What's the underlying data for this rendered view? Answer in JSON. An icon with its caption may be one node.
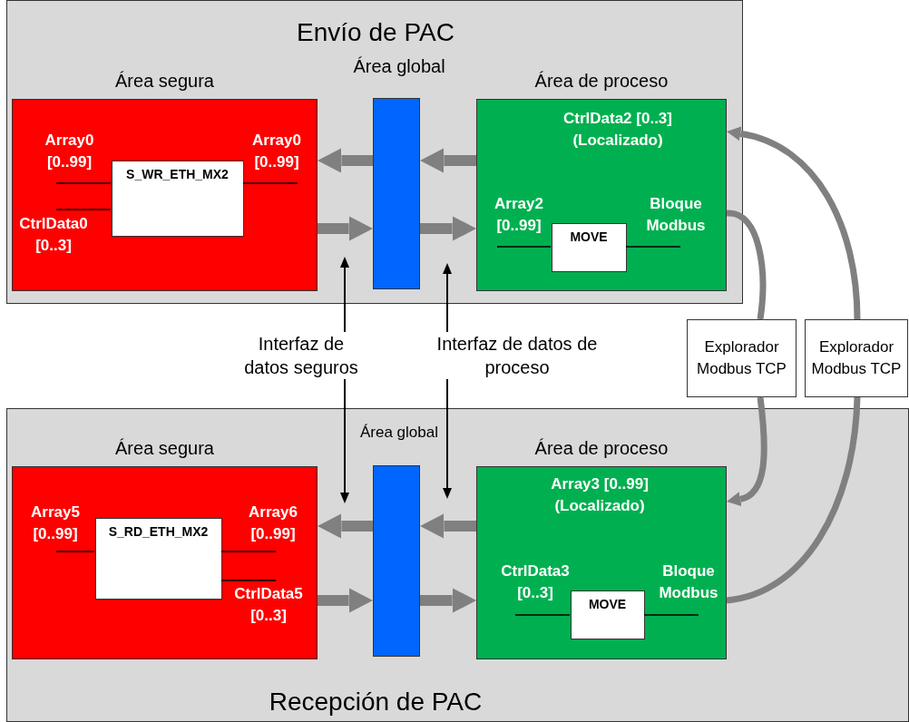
{
  "diagram": {
    "nodes": [
      {
        "text": [
          "Envío de PAC"
        ]
      },
      {
        "text": [
          "Área segura"
        ],
        "in": 0
      },
      {
        "text": [
          "S_WR_ETH_MX2"
        ],
        "in": 1,
        "beside": [
          "Array0 [0..99]",
          "CtrlData0 [0..3]",
          "Array0 [0..99]"
        ]
      },
      {
        "text": [
          "Área global"
        ],
        "in": 0
      },
      {
        "text": [
          "Área de proceso",
          "CtrlData2 [0..3] (Localizado)"
        ],
        "in": 0
      },
      {
        "text": [
          "MOVE"
        ],
        "in": 4,
        "beside": [
          "Array2 [0..99]",
          "Bloque Modbus"
        ]
      },
      {
        "text": [
          "Interfaz de datos seguros"
        ]
      },
      {
        "text": [
          "Interfaz de datos de proceso"
        ]
      },
      {
        "text": [
          "Explorador Modbus TCP"
        ]
      },
      {
        "text": [
          "Explorador Modbus TCP"
        ]
      },
      {
        "text": [
          "Recepción de PAC"
        ]
      },
      {
        "text": [
          "Área segura"
        ],
        "in": 10
      },
      {
        "text": [
          "S_RD_ETH_MX2"
        ],
        "in": 11,
        "beside": [
          "Array5 [0..99]",
          "Array6 [0..99]",
          "CtrlData5 [0..3]"
        ]
      },
      {
        "text": [
          "Área global"
        ],
        "in": 10
      },
      {
        "text": [
          "Área de proceso",
          "Array3 [0..99] (Localizado)"
        ],
        "in": 10
      },
      {
        "text": [
          "MOVE"
        ],
        "in": 14,
        "beside": [
          "CtrlData3 [0..3]",
          "Bloque Modbus"
        ]
      }
    ],
    "edges": [
      {
        "from": 3,
        "to": 1,
        "arrow": "to"
      },
      {
        "from": 4,
        "to": 3,
        "arrow": "to"
      },
      {
        "from": 1,
        "to": 3,
        "arrow": "to"
      },
      {
        "from": 3,
        "to": 4,
        "arrow": "to"
      },
      {
        "from": 6,
        "to": null,
        "arrow": "to",
        "color": "#000000"
      },
      {
        "from": 6,
        "to": null,
        "arrow": "to",
        "color": "#000000"
      },
      {
        "from": 7,
        "to": null,
        "arrow": "to",
        "color": "#000000"
      },
      {
        "from": 7,
        "to": null,
        "arrow": "to",
        "color": "#000000"
      },
      {
        "from": 4,
        "to": 8,
        "arrow": "none"
      },
      {
        "from": 8,
        "to": 14,
        "arrow": "to"
      },
      {
        "from": 14,
        "to": 9,
        "arrow": "none"
      },
      {
        "from": 9,
        "to": 4,
        "arrow": "to"
      },
      {
        "from": 13,
        "to": 11,
        "arrow": "to"
      },
      {
        "from": 14,
        "to": 13,
        "arrow": "to"
      },
      {
        "from": 11,
        "to": 13,
        "arrow": "to"
      },
      {
        "from": 13,
        "to": 14,
        "arrow": "to"
      }
    ]
  }
}
